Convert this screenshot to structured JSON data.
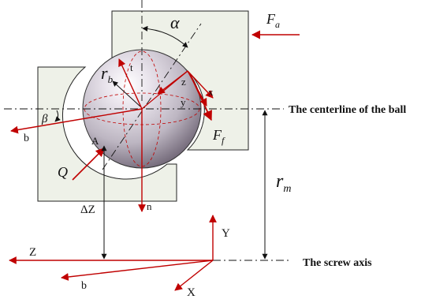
{
  "colors": {
    "red": "#c00000",
    "black": "#111111",
    "pad_fill": "#eef1e8",
    "ball_mid": "#bdb6c2",
    "ball_dark": "#6e6474"
  },
  "labels": {
    "alpha": "α",
    "F_a_main": "F",
    "F_a_sub": "a",
    "r_b_main": "r",
    "r_b_sub": "b",
    "t": "t",
    "z": "z",
    "x": "x",
    "y": "y",
    "beta": "β",
    "b_left": "b",
    "A": "A",
    "F_f_main": "F",
    "F_f_sub": "f",
    "Q": "Q",
    "n": "n",
    "dZ": "ΔZ",
    "r_m_main": "r",
    "r_m_sub": "m",
    "Y": "Y",
    "Z": "Z",
    "b_bottom": "b",
    "X": "X",
    "centerline": "The centerline of the ball",
    "screw_axis": "The screw axis"
  }
}
